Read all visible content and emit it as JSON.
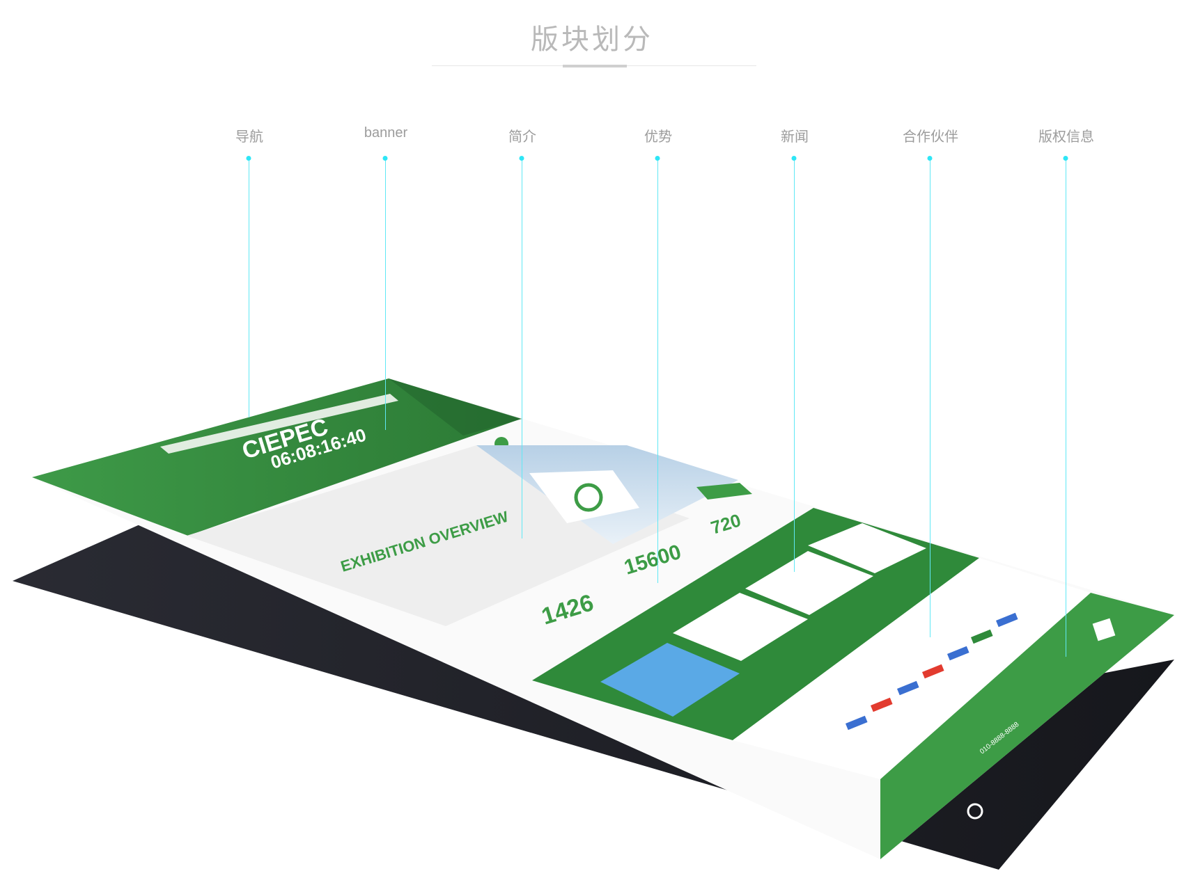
{
  "title": "版块划分",
  "sections": [
    {
      "label": "导航"
    },
    {
      "label": "banner"
    },
    {
      "label": "简介"
    },
    {
      "label": "优势"
    },
    {
      "label": "新闻"
    },
    {
      "label": "合作伙伴"
    },
    {
      "label": "版权信息"
    }
  ],
  "mockup": {
    "brand": "CIEPEC",
    "countdown": "06:08:16:40",
    "overview": "EXHIBITION OVERVIEW",
    "stats": [
      "1426",
      "15600",
      "720"
    ],
    "phone": "010-8888-8888",
    "colors": {
      "primary": "#3d9c46",
      "dark": "#2d7d36",
      "shadow": "#1f2027",
      "accent": "#2ee6f6"
    }
  }
}
